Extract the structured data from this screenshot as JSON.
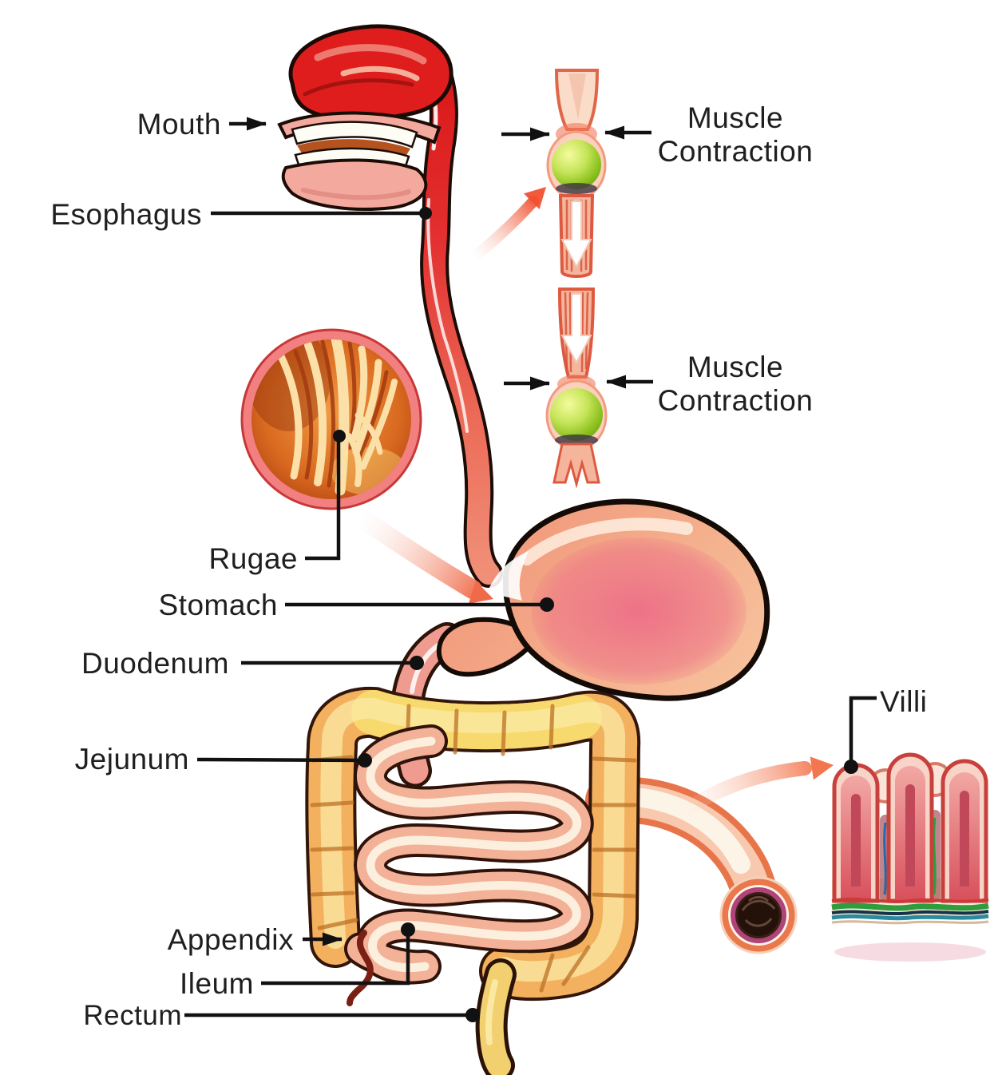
{
  "figure": {
    "type": "anatomy-diagram",
    "subject": "Human Digestive System",
    "background": "#ffffff",
    "label_color": "#1f1f1f",
    "labels": {
      "mouth": "Mouth",
      "esophagus": "Esophagus",
      "rugae": "Rugae",
      "stomach": "Stomach",
      "duodenum": "Duodenum",
      "jejunum": "Jejunum",
      "appendix": "Appendix",
      "ileum": "Ileum",
      "rectum": "Rectum",
      "villi": "Villi"
    },
    "peristalsis_insets": {
      "upper": {
        "line1": "Muscle",
        "line2": "Contraction"
      },
      "lower": {
        "line1": "Muscle",
        "line2": "Contraction"
      }
    },
    "colors": {
      "mouth_esophagus_red": "#e01d1d",
      "tongue_pink": "#f4a99e",
      "stomach_salmon": "#f2a284",
      "stomach_inner_pink": "#ed7287",
      "bolus_green": "#9ed32c",
      "peristalsis_tube_pink": "#f5b49c",
      "large_intestine_yellow": "#f8d96d",
      "large_intestine_orange": "#f3b05e",
      "small_intestine_pink": "#f3b197",
      "rugae_orange": "#d96a20",
      "rugae_fold_cream": "#fbe0a8",
      "rectum_yellow": "#f2cf6f",
      "appendix_dark_red": "#7a1f14",
      "villi_pink": "#f8d3c8",
      "villi_red": "#c8403c",
      "outline_dark": "#2d1409",
      "leader_line_black": "#111111"
    }
  }
}
